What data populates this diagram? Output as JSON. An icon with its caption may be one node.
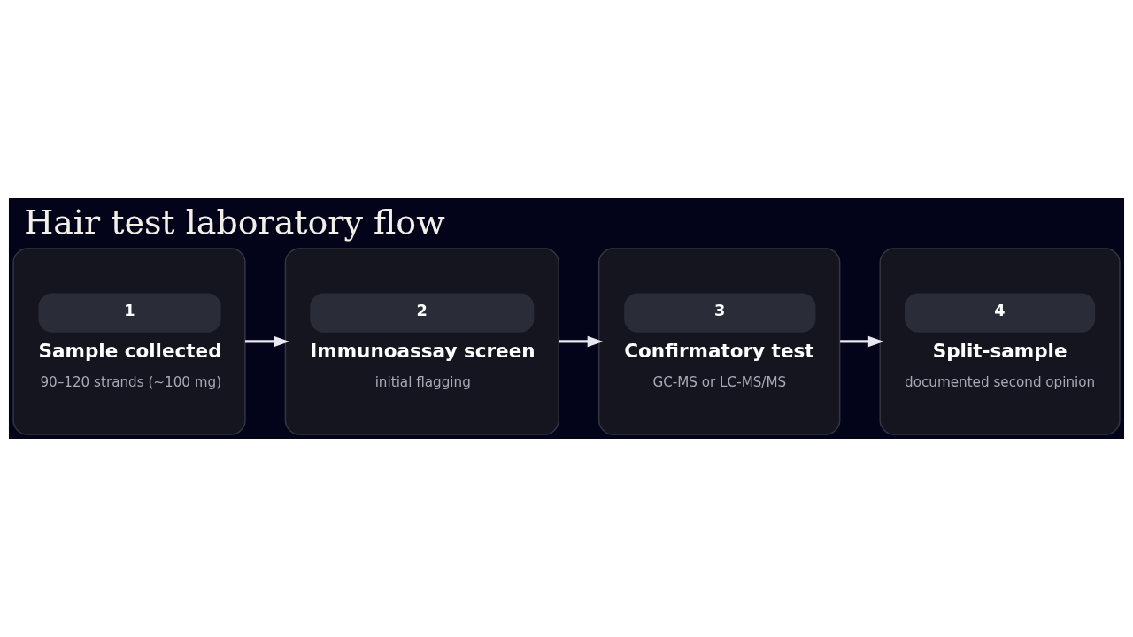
{
  "diagram": {
    "title": "Hair test laboratory flow",
    "nodes": [
      {
        "text": [
          "1",
          "Sample collected",
          "90–120 strands (~100 mg)"
        ]
      },
      {
        "text": [
          "2",
          "Immunoassay screen",
          "initial flagging"
        ]
      },
      {
        "text": [
          "3",
          "Confirmatory test",
          "GC-MS or LC-MS/MS"
        ]
      },
      {
        "text": [
          "4",
          "Split-sample",
          "documented second opinion"
        ]
      }
    ],
    "edges": [
      {
        "from": 0,
        "to": 1,
        "arrow": "to"
      },
      {
        "from": 1,
        "to": 2,
        "arrow": "to"
      },
      {
        "from": 2,
        "to": 3,
        "arrow": "to"
      }
    ]
  }
}
